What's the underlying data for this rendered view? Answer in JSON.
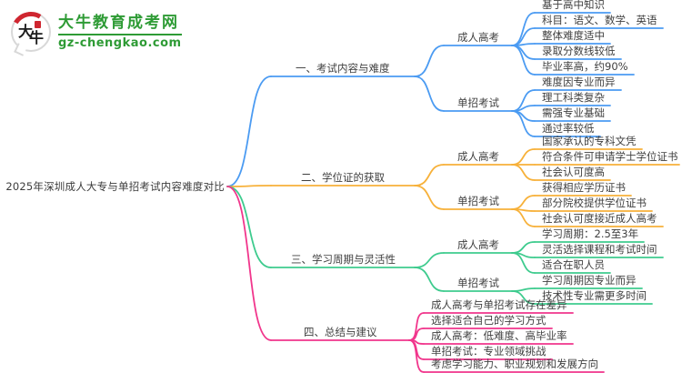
{
  "logo": {
    "site_name": "大牛教育成考网",
    "site_domain": "gz-chengkao.com",
    "icon_char_1": "大",
    "icon_char_2": "牛",
    "brand_green": "#2e9b35",
    "icon_red": "#cf2630"
  },
  "root": {
    "title": "2025年深圳成人大专与单招考试内容难度对比"
  },
  "text_color": "#3f3f3f",
  "branches": [
    {
      "label": "一、考试内容与难度",
      "color": "#4b9bf2",
      "groups": [
        {
          "label": "成人高考",
          "leaves": [
            "基于高中知识",
            "科目：语文、数学、英语",
            "整体难度适中",
            "录取分数线较低",
            "毕业率高，约90%"
          ]
        },
        {
          "label": "单招考试",
          "leaves": [
            "难度因专业而异",
            "理工科类复杂",
            "需强专业基础",
            "通过率较低"
          ]
        }
      ]
    },
    {
      "label": "二、学位证的获取",
      "color": "#f7b13a",
      "groups": [
        {
          "label": "成人高考",
          "leaves": [
            "国家承认的专科文凭",
            "符合条件可申请学士学位证书",
            "社会认可度高"
          ]
        },
        {
          "label": "单招考试",
          "leaves": [
            "获得相应学历证书",
            "部分院校提供学位证书",
            "社会认可度接近成人高考"
          ]
        }
      ]
    },
    {
      "label": "三、学习周期与灵活性",
      "color": "#3ecb8e",
      "groups": [
        {
          "label": "成人高考",
          "leaves": [
            "学习周期：2.5至3年",
            "灵活选择课程和考试时间",
            "适合在职人员"
          ]
        },
        {
          "label": "单招考试",
          "leaves": [
            "学习周期因专业而异",
            "技术性专业需更多时间"
          ]
        }
      ]
    },
    {
      "label": "四、总结与建议",
      "color": "#f1368c",
      "leaves": [
        "成人高考与单招考试存在差异",
        "选择适合自己的学习方式",
        "成人高考：低难度、高毕业率",
        "单招考试：专业领域挑战",
        "考虑学习能力、职业规划和发展方向"
      ]
    }
  ]
}
